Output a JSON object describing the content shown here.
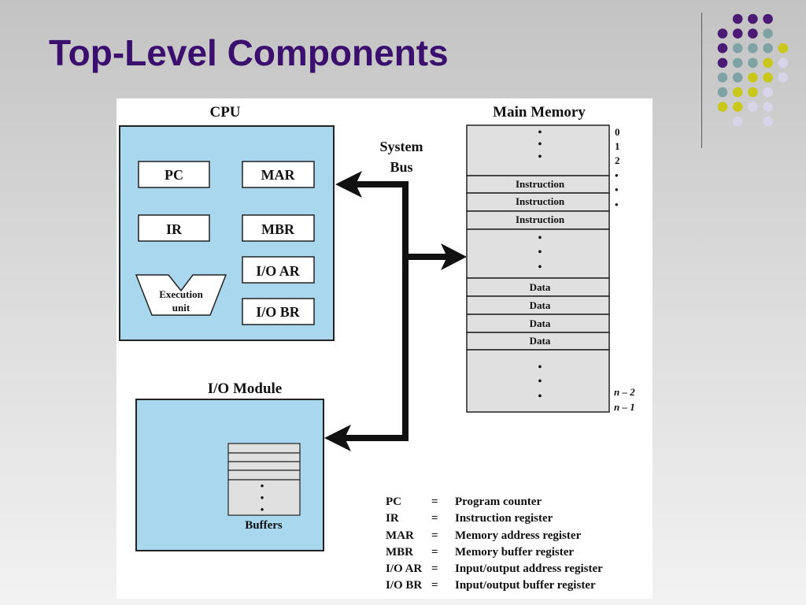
{
  "slide": {
    "title": "Top-Level Components"
  },
  "colors": {
    "title": "#3a0f6e",
    "cpu_fill": "#a9d8ee",
    "memory_fill": "#e0e0e0",
    "dot_purple": "#4a1a74",
    "dot_teal": "#7fa3a5",
    "dot_yellow": "#c9c81a",
    "dot_lavender": "#d8d4ea"
  },
  "diagram": {
    "cpu": {
      "title": "CPU",
      "registers": {
        "pc": "PC",
        "mar": "MAR",
        "ir": "IR",
        "mbr": "MBR",
        "io_ar": "I/O AR",
        "io_br": "I/O BR"
      },
      "execution_unit": {
        "line1": "Execution",
        "line2": "unit"
      }
    },
    "system_bus": {
      "line1": "System",
      "line2": "Bus"
    },
    "main_memory": {
      "title": "Main Memory",
      "instructions": [
        "Instruction",
        "Instruction",
        "Instruction"
      ],
      "data": [
        "Data",
        "Data",
        "Data",
        "Data"
      ],
      "address_top": [
        "0",
        "1",
        "2"
      ],
      "address_bottom": [
        "n – 2",
        "n – 1"
      ]
    },
    "io_module": {
      "title": "I/O Module",
      "buffers_label": "Buffers"
    },
    "legend": [
      {
        "abbr": "PC",
        "eq": "=",
        "desc": "Program counter"
      },
      {
        "abbr": "IR",
        "eq": "=",
        "desc": "Instruction register"
      },
      {
        "abbr": "MAR",
        "eq": "=",
        "desc": "Memory address register"
      },
      {
        "abbr": "MBR",
        "eq": "=",
        "desc": "Memory buffer register"
      },
      {
        "abbr": "I/O AR",
        "eq": "=",
        "desc": "Input/output address register"
      },
      {
        "abbr": "I/O BR",
        "eq": "=",
        "desc": "Input/output buffer register"
      }
    ]
  }
}
